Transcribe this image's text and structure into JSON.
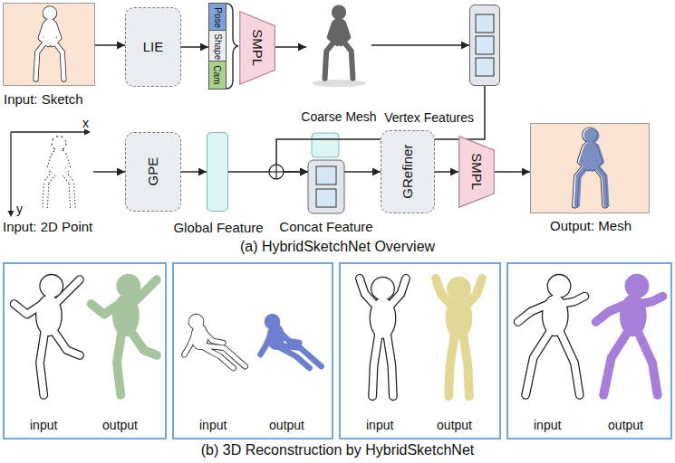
{
  "diagram": {
    "nodes": [
      {
        "text": [
          "Input: Sketch"
        ]
      },
      {
        "text": [
          "LIE"
        ]
      },
      {
        "text": [
          "Pose"
        ]
      },
      {
        "text": [
          "Shape"
        ]
      },
      {
        "text": [
          "Cam"
        ]
      },
      {
        "text": [
          "SMPL"
        ]
      },
      {
        "text": [
          "Coarse Mesh"
        ]
      },
      {
        "text": [
          "Vertex Features"
        ]
      },
      {
        "text": [
          "Input: 2D Point"
        ]
      },
      {
        "text": [
          "GPE"
        ]
      },
      {
        "text": [
          "Global Feature"
        ]
      },
      {
        "text": [
          "Concat Feature"
        ]
      },
      {
        "text": [
          "GRefiner"
        ]
      },
      {
        "text": [
          "SMPL"
        ]
      },
      {
        "text": [
          "Output: Mesh"
        ]
      },
      {
        "text": [
          "input",
          "output"
        ]
      },
      {
        "text": [
          "input",
          "output"
        ]
      },
      {
        "text": [
          "input",
          "output"
        ]
      },
      {
        "text": [
          "input",
          "output"
        ]
      }
    ],
    "edges": [
      {
        "from": 0,
        "to": 1,
        "arrow": "to"
      },
      {
        "from": 1,
        "to": 3,
        "arrow": "to"
      },
      {
        "from": 5,
        "to": 6,
        "arrow": "to"
      },
      {
        "from": 6,
        "to": 7,
        "arrow": "to"
      },
      {
        "from": 8,
        "to": 9,
        "arrow": "to"
      },
      {
        "from": 9,
        "to": 10,
        "arrow": "to"
      },
      {
        "from": 10,
        "to": 11,
        "arrow": "to"
      },
      {
        "from": 7,
        "to": 11,
        "arrow": "to"
      },
      {
        "from": 11,
        "to": 12,
        "arrow": "to"
      },
      {
        "from": 12,
        "to": 13,
        "arrow": "to"
      },
      {
        "from": 13,
        "to": 14,
        "arrow": "to"
      }
    ],
    "labels": [
      "x",
      "y",
      "(a) HybridSketchNet Overview",
      "(b) 3D Reconstruction by HybridSketchNet"
    ]
  }
}
